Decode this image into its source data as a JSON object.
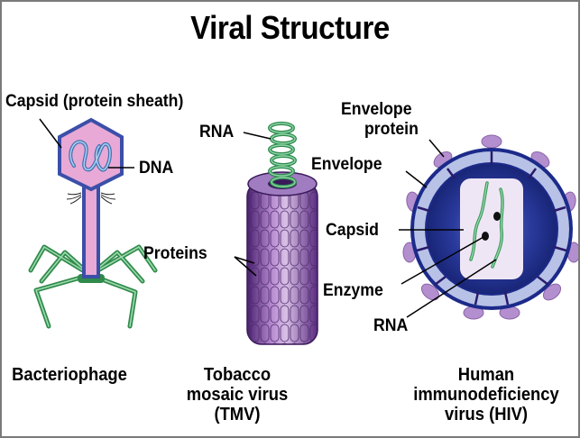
{
  "title": "Viral Structure",
  "colors": {
    "phage_outline": "#3b4fa8",
    "phage_fill": "#e8a9d6",
    "phage_dna": "#6f9fd0",
    "phage_legs": "#3a9a55",
    "tmv_body": "#8a5aa8",
    "tmv_rna": "#3fa060",
    "hiv_outer": "#1c2a8a",
    "hiv_envelope": "#b7c2e6",
    "hiv_knobs": "#b48fcf",
    "hiv_capsid": "#efe6f5",
    "hiv_rna": "#6fbf8a"
  },
  "viruses": [
    {
      "id": "bacteriophage",
      "caption": [
        "Bacteriophage"
      ],
      "labels": [
        "Capsid (protein sheath)",
        "DNA"
      ]
    },
    {
      "id": "tmv",
      "caption": [
        "Tobacco",
        "mosaic virus",
        "(TMV)"
      ],
      "labels": [
        "RNA",
        "Proteins"
      ]
    },
    {
      "id": "hiv",
      "caption": [
        "Human",
        "immunodeficiency",
        "virus (HIV)"
      ],
      "labels": [
        "Envelope",
        "protein",
        "Envelope",
        "Capsid",
        "Enzyme",
        "RNA"
      ]
    }
  ]
}
